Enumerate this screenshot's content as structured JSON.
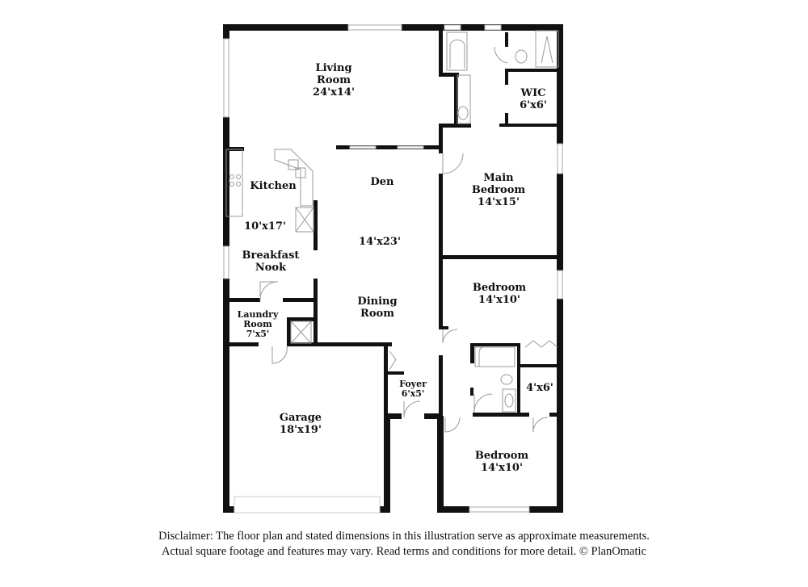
{
  "rooms": {
    "living": {
      "name1": "Living",
      "name2": "Room",
      "dim": "24'x14'"
    },
    "wic": {
      "name": "WIC",
      "dim": "6'x6'"
    },
    "kitchen": {
      "name": "Kitchen",
      "dim": "10'x17'"
    },
    "den": {
      "name": "Den",
      "dim": "14'x23'"
    },
    "breakfast": {
      "name1": "Breakfast",
      "name2": "Nook"
    },
    "dining": {
      "name1": "Dining",
      "name2": "Room"
    },
    "main_bedroom": {
      "name1": "Main",
      "name2": "Bedroom",
      "dim": "14'x15'"
    },
    "bedroom2": {
      "name": "Bedroom",
      "dim": "14'x10'"
    },
    "laundry": {
      "name1": "Laundry",
      "name2": "Room",
      "dim": "7'x5'"
    },
    "foyer": {
      "name": "Foyer",
      "dim": "6'x5'"
    },
    "closet": {
      "dim": "4'x6'"
    },
    "garage": {
      "name": "Garage",
      "dim": "18'x19'"
    },
    "bedroom3": {
      "name": "Bedroom",
      "dim": "14'x10'"
    }
  },
  "disclaimer": {
    "line1": "Disclaimer: The floor plan and stated dimensions in this illustration serve as approximate measurements.",
    "line2": "Actual square footage and features may vary. Read terms and conditions for more detail. © PlanOmatic"
  },
  "colors": {
    "wall": "#111111",
    "fixture": "#999999"
  }
}
